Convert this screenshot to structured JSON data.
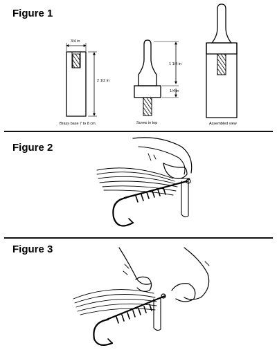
{
  "figures": [
    {
      "title": "Figure 1"
    },
    {
      "title": "Figure 2"
    },
    {
      "title": "Figure 3"
    }
  ],
  "figure1": {
    "dim_top_width": "3/4 in",
    "dim_base_height": "2 1/2 in",
    "dim_shaft_height": "1 1/4 in",
    "dim_collar_height": "1/4 in",
    "caption_base": "Brass base 7 to 8 cm.",
    "caption_screw": "Screw in top",
    "caption_assembled": "Assembled view"
  }
}
